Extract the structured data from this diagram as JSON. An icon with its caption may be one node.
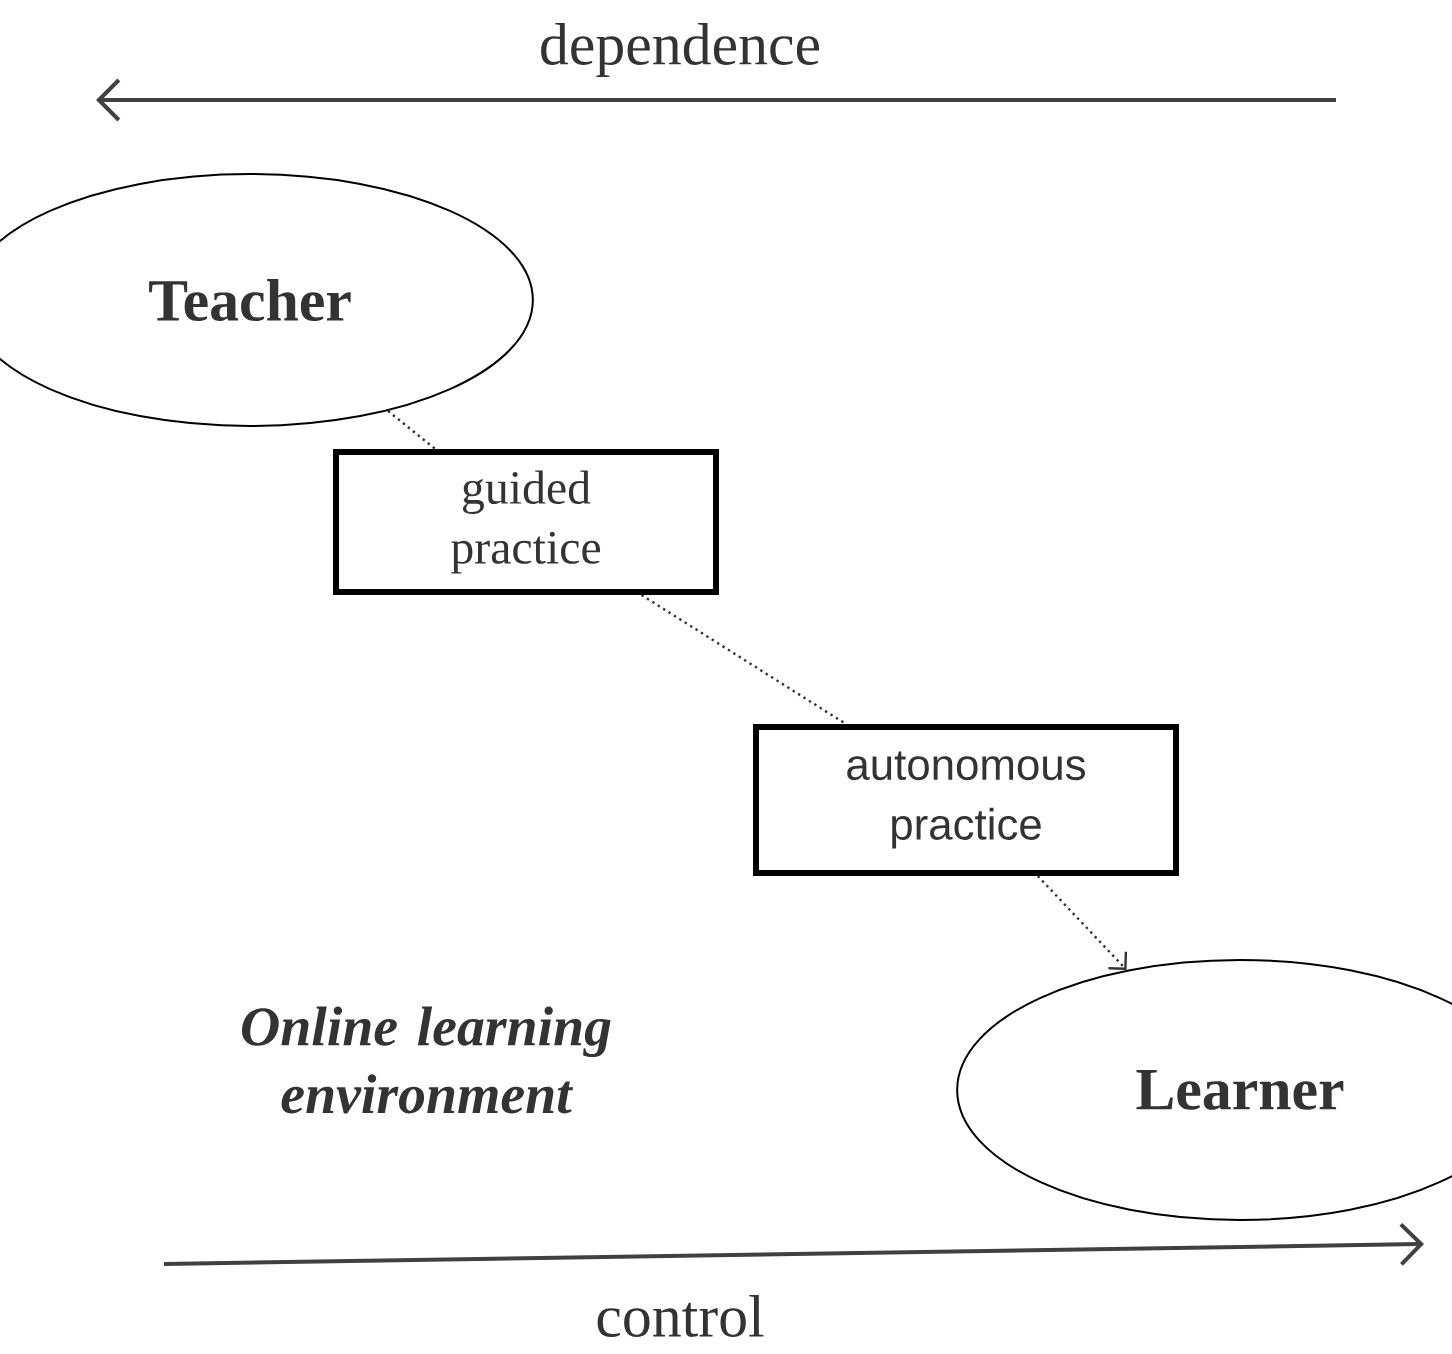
{
  "diagram": {
    "nodes": [
      {
        "text": [
          "Teacher"
        ]
      },
      {
        "text": [
          "guided practice"
        ]
      },
      {
        "text": [
          "autonomous practice"
        ]
      },
      {
        "text": [
          "Learner"
        ]
      }
    ],
    "edges": [
      {
        "from": 0,
        "to": 1,
        "arrow": "none"
      },
      {
        "from": 1,
        "to": 2,
        "arrow": "none"
      },
      {
        "from": 2,
        "to": 3,
        "arrow": "to"
      }
    ],
    "labels": [
      "dependence",
      "Online learning environment",
      "control"
    ]
  }
}
